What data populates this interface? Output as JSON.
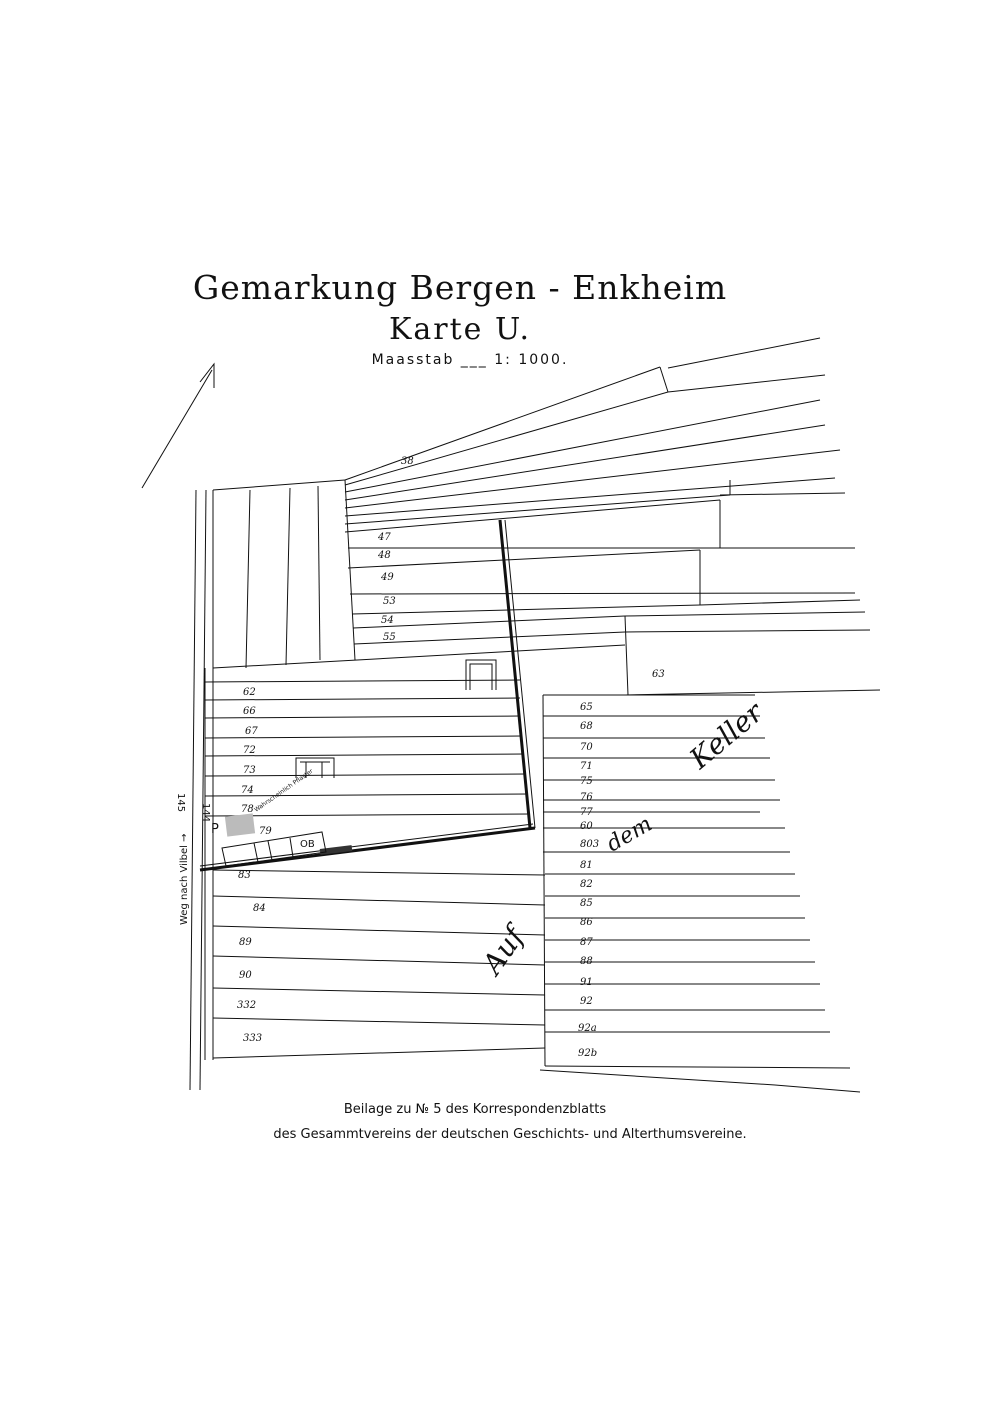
{
  "title": {
    "line1": "Gemarkung Bergen - Enkheim",
    "line2": "Karte U.",
    "line3": "Maasstab ___ 1: 1000."
  },
  "footer": {
    "line1": "Beilage zu № 5 des Korrespondenzblatts",
    "line2": "des Gesammtvereins der deutschen Geschichts- und Alterthumsvereine."
  },
  "road": {
    "label": "Weg nach Vilbel →",
    "num_a": "144",
    "num_b": "145"
  },
  "field_names": {
    "auf": "Auf",
    "dem": "dem",
    "keller": "Keller"
  },
  "marks": {
    "p": "P",
    "ob": "OB",
    "note": "Wahrscheinlich Pflaster"
  },
  "parcels": {
    "top": [
      "38",
      "47",
      "48",
      "49",
      "53",
      "54",
      "55"
    ],
    "p63": "63",
    "left": [
      "62",
      "66",
      "67",
      "72",
      "73",
      "74",
      "78",
      "79",
      "83",
      "84",
      "89",
      "90",
      "332",
      "333"
    ],
    "right": [
      "65",
      "68",
      "70",
      "71",
      "75",
      "76",
      "77",
      "60",
      "803",
      "81",
      "82",
      "85",
      "86",
      "87",
      "88",
      "91",
      "92",
      "92a",
      "92b"
    ]
  }
}
